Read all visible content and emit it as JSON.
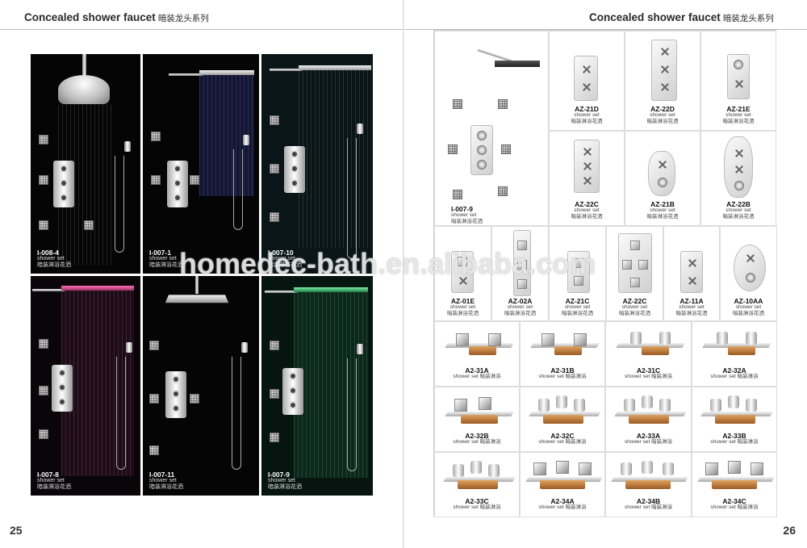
{
  "left_page": {
    "header": {
      "title": "Concealed shower faucet",
      "title_cn": "暗装龙头系列"
    },
    "page_number": "25",
    "photos": [
      {
        "code": "I-008-4",
        "line1": "shower set",
        "line2": "暗装淋浴花洒",
        "tint": "#9bb2c8"
      },
      {
        "code": "I-007-1",
        "line1": "shower set",
        "line2": "暗装淋浴花洒",
        "tint": "#4b5cff"
      },
      {
        "code": "I-007-10",
        "line1": "shower set",
        "line2": "暗装淋浴花洒",
        "tint": "#8fb7c2"
      },
      {
        "code": "I-007-8",
        "line1": "shower set",
        "line2": "暗装淋浴花洒",
        "tint": "#d8419b"
      },
      {
        "code": "I-007-11",
        "line1": "shower set",
        "line2": "暗装淋浴花洒",
        "tint": "#999999"
      },
      {
        "code": "I-007-9",
        "line1": "shower set",
        "line2": "暗装淋浴花洒",
        "tint": "#29c06c"
      }
    ]
  },
  "right_page": {
    "header": {
      "title": "Concealed shower faucet",
      "title_cn": "暗装龙头系列"
    },
    "page_number": "26",
    "featured": {
      "code": "I-007-9",
      "line1": "shower set",
      "line2": "暗装淋浴花洒"
    },
    "row1": [
      {
        "code": "AZ-21D",
        "line1": "shower set",
        "line2": "暗装淋浴花洒"
      },
      {
        "code": "AZ-22D",
        "line1": "shower set",
        "line2": "暗装淋浴花洒"
      },
      {
        "code": "AZ-21E",
        "line1": "shower set",
        "line2": "暗装淋浴花洒"
      }
    ],
    "row2": [
      {
        "code": "AZ-22C",
        "line1": "shower set",
        "line2": "暗装淋浴花洒"
      },
      {
        "code": "AZ-21B",
        "line1": "shower set",
        "line2": "暗装淋浴花洒"
      },
      {
        "code": "AZ-22B",
        "line1": "shower set",
        "line2": "暗装淋浴花洒"
      }
    ],
    "row3": [
      {
        "code": "AZ-01E",
        "line1": "shower set",
        "line2": "暗装淋浴花洒"
      },
      {
        "code": "AZ-02A",
        "line1": "shower set",
        "line2": "暗装淋浴花洒"
      },
      {
        "code": "AZ-21C",
        "line1": "shower set",
        "line2": "暗装淋浴花洒"
      },
      {
        "code": "AZ-22C",
        "line1": "shower set",
        "line2": "暗装淋浴花洒"
      },
      {
        "code": "AZ-11A",
        "line1": "shower set",
        "line2": "暗装淋浴花洒"
      },
      {
        "code": "AZ-10AA",
        "line1": "shower set",
        "line2": "暗装淋浴花洒"
      }
    ],
    "row4": [
      {
        "code": "A2-31A",
        "desc": "shower set 暗装淋浴"
      },
      {
        "code": "A2-31B",
        "desc": "shower set 暗装淋浴"
      },
      {
        "code": "A2-31C",
        "desc": "shower set 暗装淋浴"
      },
      {
        "code": "A2-32A",
        "desc": "shower set 暗装淋浴"
      }
    ],
    "row5": [
      {
        "code": "A2-32B",
        "desc": "shower set 暗装淋浴"
      },
      {
        "code": "A2-32C",
        "desc": "shower set 暗装淋浴"
      },
      {
        "code": "A2-33A",
        "desc": "shower set 暗装淋浴"
      },
      {
        "code": "A2-33B",
        "desc": "shower set 暗装淋浴"
      }
    ],
    "row6": [
      {
        "code": "A2-33C",
        "desc": "shower set 暗装淋浴"
      },
      {
        "code": "A2-34A",
        "desc": "shower set 暗装淋浴"
      },
      {
        "code": "A2-34B",
        "desc": "shower set 暗装淋浴"
      },
      {
        "code": "A2-34C",
        "desc": "shower set 暗装淋浴"
      }
    ]
  },
  "watermark": "homedec-bath.en.alibaba.com"
}
